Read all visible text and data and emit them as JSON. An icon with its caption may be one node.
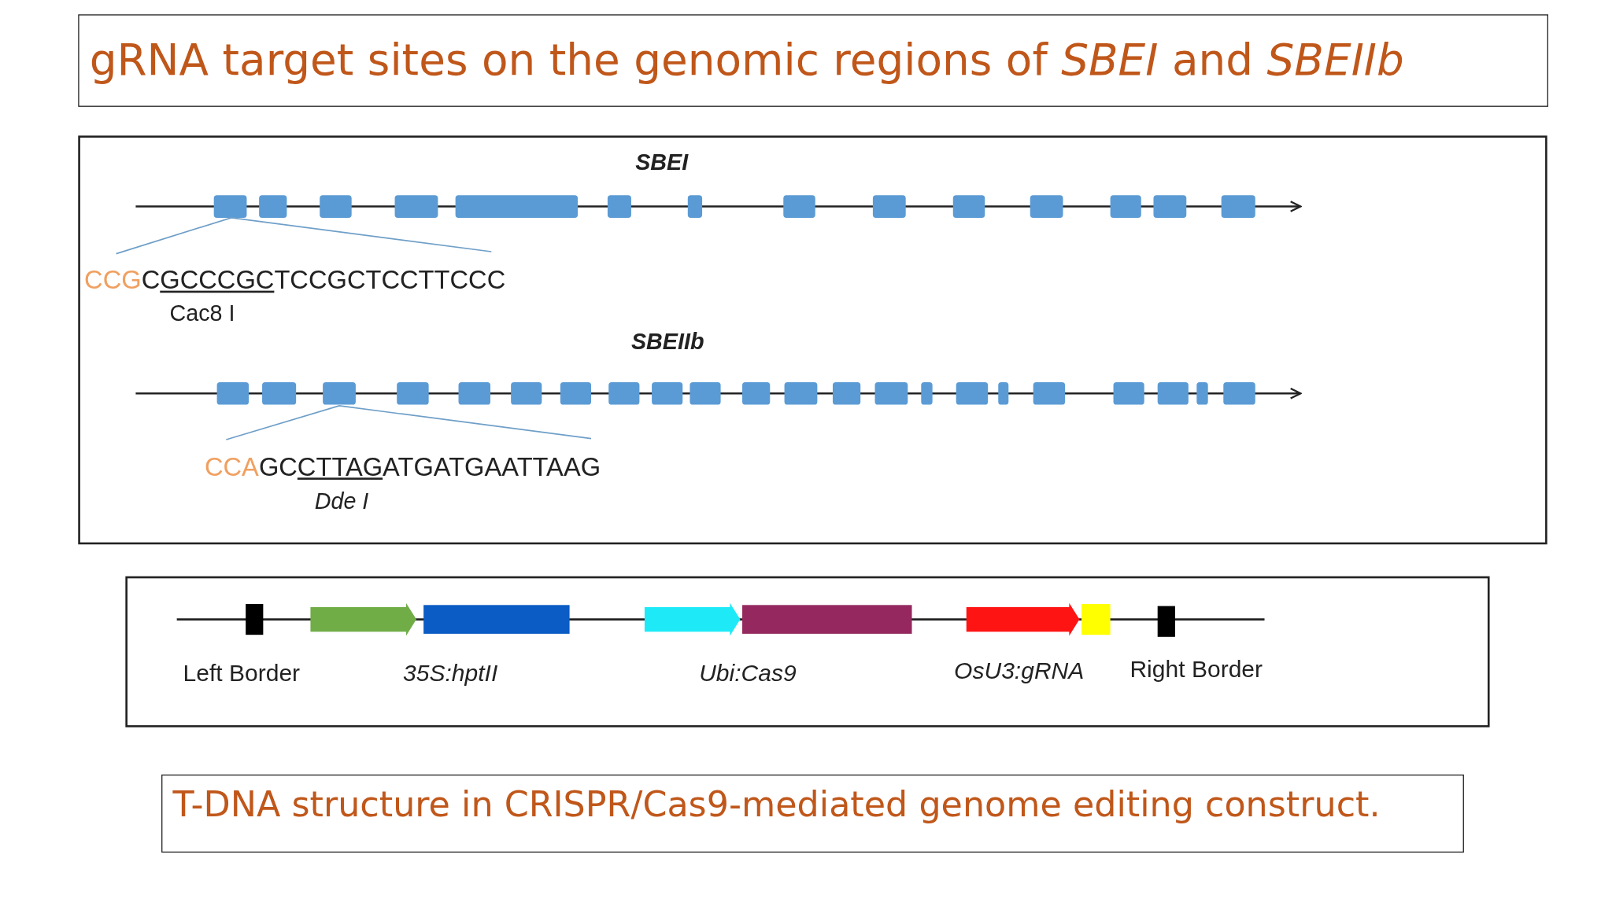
{
  "diagram": {
    "title": "gRNA target sites on the genomic regions of *SBEI* and *SBEIIb*",
    "caption": "T-DNA structure in CRISPR/Cas9-mediated genome editing construct.",
    "labels": [
      "SBEI",
      "CCGCGCCCGCTCCGCTCCTTCCC",
      "Cac8 I",
      "SBEIIb",
      "CCAGCCTTAGATGATGAATTAAG",
      "Dde I",
      "Left Border",
      "35S:hptII",
      "Ubi:Cas9",
      "OsU3:gRNA",
      "Right Border"
    ]
  }
}
